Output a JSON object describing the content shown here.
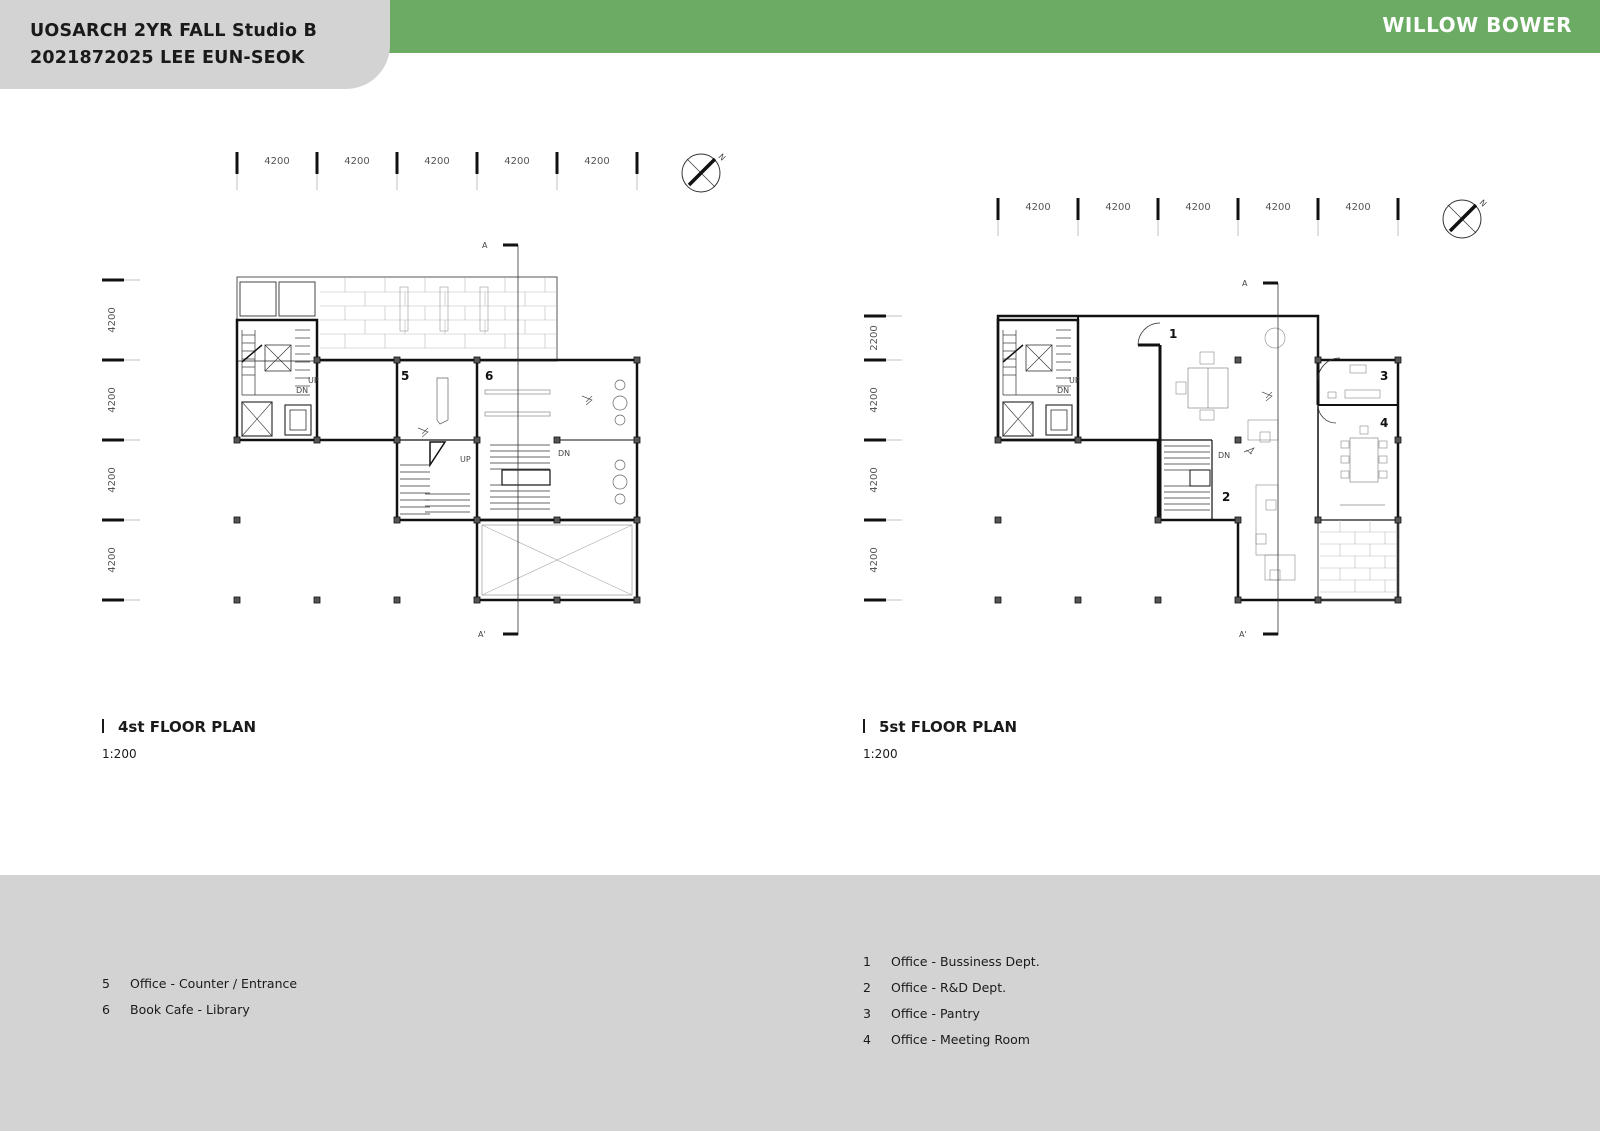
{
  "header": {
    "course": "UOSARCH 2YR FALL Studio B",
    "student": "2021872025 LEE EUN-SEOK",
    "project": "WILLOW BOWER"
  },
  "plans": [
    {
      "title": "4st FLOOR PLAN",
      "scale": "1:200",
      "dims": [
        "4200",
        "4200",
        "4200",
        "4200",
        "4200"
      ],
      "vdims": [
        "4200",
        "4200",
        "4200",
        "4200"
      ],
      "section_top": "A",
      "section_bottom": "A'",
      "rooms": [
        "5",
        "6"
      ],
      "notes": [
        "UP",
        "DN",
        "UP",
        "DN"
      ]
    },
    {
      "title": "5st FLOOR PLAN",
      "scale": "1:200",
      "dims": [
        "4200",
        "4200",
        "4200",
        "4200",
        "4200"
      ],
      "vdims": [
        "2200",
        "4200",
        "4200",
        "4200"
      ],
      "section_top": "A",
      "section_bottom": "A'",
      "rooms": [
        "1",
        "2",
        "3",
        "4"
      ],
      "notes": [
        "UP",
        "DN",
        "DN"
      ]
    }
  ],
  "compass_label": "N",
  "legend_left": [
    {
      "num": "5",
      "text": "Office - Counter / Entrance"
    },
    {
      "num": "6",
      "text": "Book Cafe - Library"
    }
  ],
  "legend_right": [
    {
      "num": "1",
      "text": "Office - Bussiness Dept."
    },
    {
      "num": "2",
      "text": "Office - R&D Dept."
    },
    {
      "num": "3",
      "text": "Office - Pantry"
    },
    {
      "num": "4",
      "text": "Office - Meeting Room"
    }
  ]
}
